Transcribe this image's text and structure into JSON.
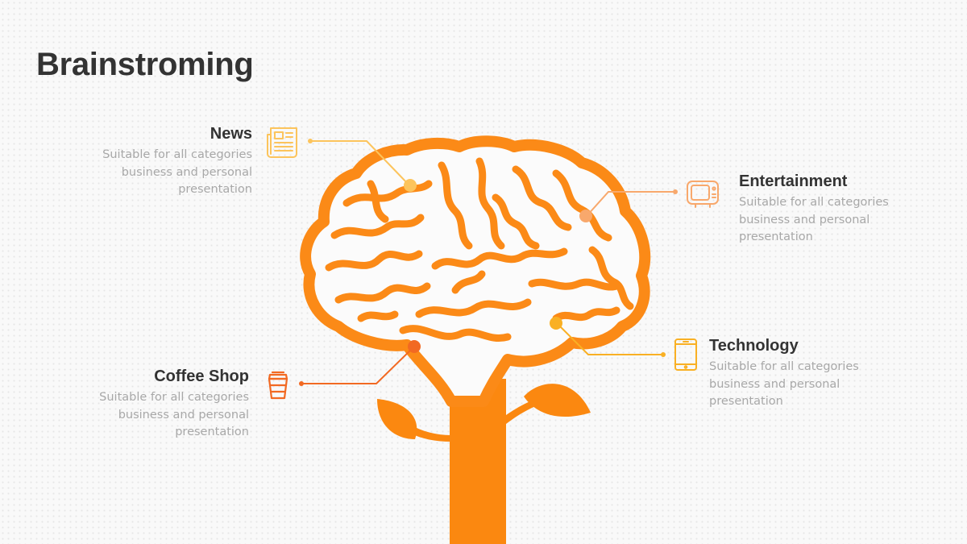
{
  "page": {
    "title": "Brainstroming"
  },
  "colors": {
    "brain": "#fb8a17",
    "tree": "#fb8810",
    "news": "#fcc45c",
    "entertainment": "#f8a86c",
    "technology": "#f9b024",
    "coffee_shop": "#f26922"
  },
  "items": [
    {
      "key": "news",
      "title": "News",
      "description": "Suitable for all categories business and personal presentation",
      "icon": "newspaper-icon"
    },
    {
      "key": "entertainment",
      "title": "Entertainment",
      "description": "Suitable for all categories business and personal presentation",
      "icon": "tv-icon"
    },
    {
      "key": "technology",
      "title": "Technology",
      "description": "Suitable for all categories business and personal presentation",
      "icon": "tablet-icon"
    },
    {
      "key": "coffee_shop",
      "title": "Coffee Shop",
      "description": "Suitable for all categories business and personal presentation",
      "icon": "coffee-cup-icon"
    }
  ]
}
